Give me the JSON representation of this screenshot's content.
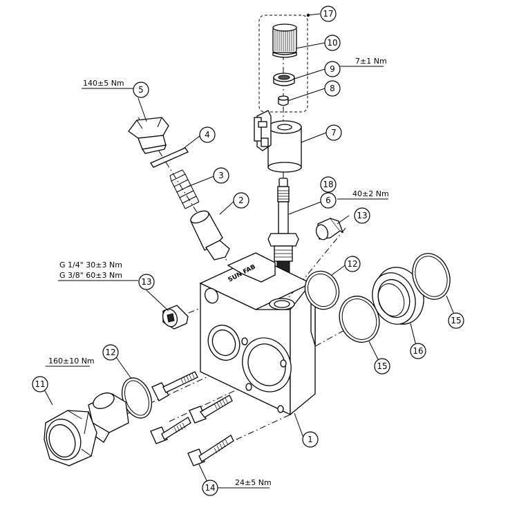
{
  "callouts": {
    "c1": "1",
    "c2": "2",
    "c3": "3",
    "c4": "4",
    "c5": "5",
    "c6": "6",
    "c7": "7",
    "c8": "8",
    "c9": "9",
    "c10": "10",
    "c11": "11",
    "c12a": "12",
    "c12b": "12",
    "c13a": "13",
    "c13b": "13",
    "c14": "14",
    "c15a": "15",
    "c15b": "15",
    "c16": "16",
    "c17": "17",
    "c18": "18"
  },
  "torques": {
    "t5": "140±5 Nm",
    "t9": "7±1 Nm",
    "t6": "40±2 Nm",
    "t13a": "G 1/4\"  30±3 Nm",
    "t13b": "G 3/8\"  60±3 Nm",
    "t11": "160±10 Nm",
    "t14": "24±5 Nm"
  },
  "brand": "SUN FAB"
}
